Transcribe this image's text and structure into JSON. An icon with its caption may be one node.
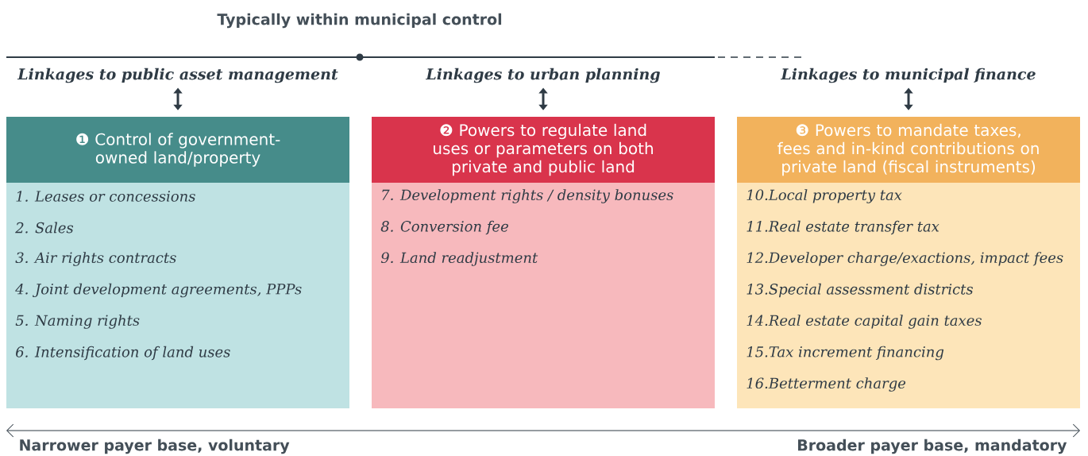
{
  "diagram": {
    "nodes": [
      {
        "text": [
          "Linkages to public asset management"
        ]
      },
      {
        "text": [
          "Linkages to urban planning"
        ]
      },
      {
        "text": [
          "Linkages to municipal finance"
        ]
      },
      {
        "text": [
          "❶ Control of government-owned land/property"
        ]
      },
      {
        "text": [
          "❷ Powers to regulate land uses or parameters on both private and public land"
        ]
      },
      {
        "text": [
          "❸ Powers to mandate taxes, fees and in-kind contributions on private land (fiscal instruments)"
        ]
      },
      {
        "text": [
          "1. Leases or concessions",
          "2. Sales",
          "3. Air rights contracts",
          "4. Joint development agreements, PPPs",
          "5. Naming rights",
          "6. Intensification of land uses"
        ]
      },
      {
        "text": [
          "7. Development rights / density bonuses",
          "8. Conversion fee",
          "9. Land readjustment"
        ]
      },
      {
        "text": [
          "10.Local property tax",
          "11.Real estate transfer tax",
          "12.Developer charge/exactions, impact fees",
          "13.Special assessment districts",
          "14.Real estate capital gain taxes",
          "15.Tax increment financing",
          "16.Betterment charge"
        ]
      }
    ],
    "edges": [
      {
        "from": 0,
        "to": 3,
        "arrow": "both"
      },
      {
        "from": 1,
        "to": 4,
        "arrow": "both"
      },
      {
        "from": 2,
        "to": 5,
        "arrow": "both"
      }
    ],
    "labels": [
      "Typically within municipal control",
      "Narrower payer base, voluntary",
      "Broader payer base, mandatory"
    ]
  }
}
